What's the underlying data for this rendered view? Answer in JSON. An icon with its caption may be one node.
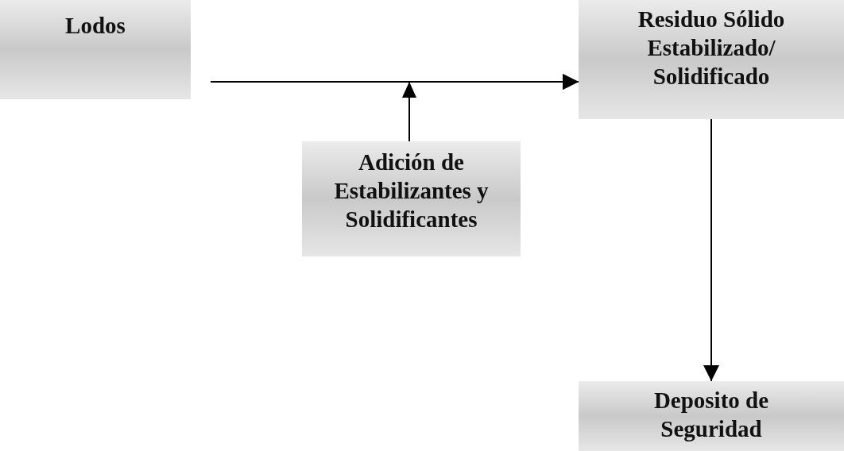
{
  "diagram": {
    "nodes": [
      {
        "text": [
          "Lodos"
        ]
      },
      {
        "text": [
          "Residuo Sólido Estabilizado/ Solidificado"
        ]
      },
      {
        "text": [
          "Adición de Estabilizantes y Solidificantes"
        ]
      },
      {
        "text": [
          "Deposito de Seguridad"
        ]
      }
    ],
    "edges": [
      {
        "from": 0,
        "to": 1,
        "arrow": "to"
      },
      {
        "from": 2,
        "to": 1,
        "arrow": "to"
      },
      {
        "from": 1,
        "to": 3,
        "arrow": "to"
      }
    ]
  }
}
